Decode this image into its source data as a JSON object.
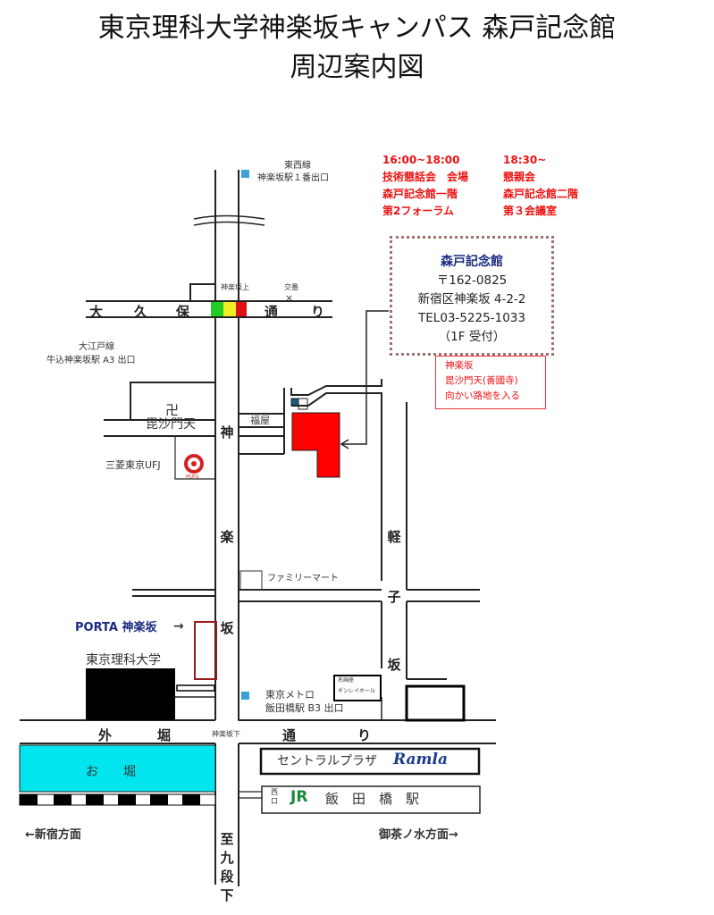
{
  "header": {
    "title_line1": "東京理科大学神楽坂キャンパス 森戸記念館",
    "title_line2": "周辺案内図"
  },
  "schedule": [
    {
      "time": "16:00~18:00",
      "event": "技術懇話会　会場",
      "place": "森戸記念館一階",
      "room": "第2フォーラム"
    },
    {
      "time": "18:30~",
      "event": "懇親会",
      "place": "森戸記念館二階",
      "room": "第３会議室"
    }
  ],
  "venue_box": {
    "name": "森戸記念館",
    "postal": "〒162-0825",
    "address": "新宿区神楽坂 4-2-2",
    "tel": "TEL03-5225-1033",
    "reception": "（1F 受付）"
  },
  "directions_note": [
    "神楽坂",
    "毘沙門天(善國寺)",
    "向かい路地を入る"
  ],
  "stations": {
    "tozai_line": "東西線",
    "tozai_exit": "神楽坂駅１番出口",
    "oedo_line": "大江戸線",
    "oedo_exit": "牛込神楽坂駅 A3 出口",
    "metro_line": "東京メトロ",
    "metro_exit": "飯田橋駅 B3 出口",
    "jr_exit": "西口",
    "jr_station": "飯　田　橋　駅",
    "jr_logo": "JR"
  },
  "intersections": {
    "kagurazaka_ue": "神楽坂上",
    "koban": "交番",
    "koban_mark": "×",
    "kagurazaka_shita": "神楽坂下"
  },
  "roads": {
    "okubo": [
      "大",
      "久",
      "保",
      "通",
      "り"
    ],
    "sotobori": [
      "外",
      "堀",
      "通",
      "り"
    ],
    "kagurazaka": [
      "神",
      "楽",
      "坂"
    ],
    "karuko": [
      "軽",
      "子",
      "坂"
    ],
    "kudan": [
      "至",
      "九",
      "段",
      "下"
    ]
  },
  "landmarks": {
    "bishamonten_mark": "卍",
    "bishamonten": "毘沙門天",
    "bank": "三菱東京UFJ",
    "bank_logo_text": "MUFG",
    "fukuya": "福屋",
    "familymart": "ファミリーマート",
    "porta": "PORTA 神楽坂",
    "porta_arrow": "→",
    "tus": "東京理科大学",
    "hall_1": "名画座",
    "hall_2": "ギンレイホール",
    "moat": "お　　堀",
    "plaza": "セントラルプラザ",
    "plaza_brand": "Ramla"
  },
  "directions": {
    "shinjuku": "←新宿方面",
    "ochanomizu": "御茶ノ水方面→"
  },
  "traffic_light_colors": [
    "#22cc22",
    "#eeee22",
    "#dd1111"
  ],
  "colors": {
    "venue": "#ff0000",
    "moat": "#00e5ee",
    "highlight_text": "#ee1111",
    "porta_text": "#1a2a80"
  }
}
